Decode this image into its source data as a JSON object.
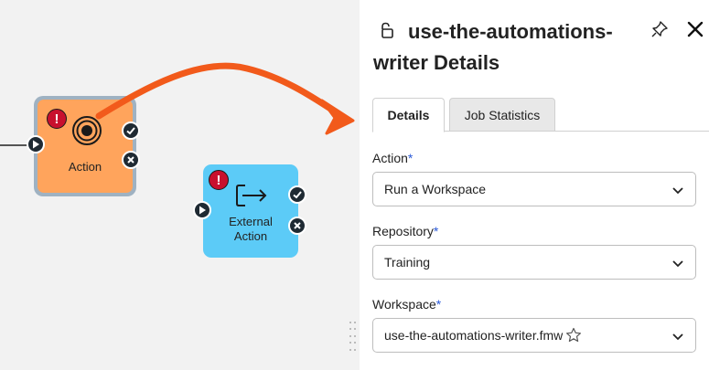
{
  "canvas": {
    "nodes": {
      "action": {
        "label": "Action"
      },
      "external_action": {
        "label_line1": "External",
        "label_line2": "Action"
      }
    },
    "error_badge": "!"
  },
  "panel": {
    "title": "use-the-automations-writer Details",
    "tabs": [
      {
        "label": "Details",
        "active": true
      },
      {
        "label": "Job Statistics",
        "active": false
      }
    ],
    "fields": {
      "action": {
        "label": "Action",
        "required_mark": "*",
        "value": "Run a Workspace"
      },
      "repository": {
        "label": "Repository",
        "required_mark": "*",
        "value": "Training"
      },
      "workspace": {
        "label": "Workspace",
        "required_mark": "*",
        "value": "use-the-automations-writer.fmw"
      }
    }
  },
  "colors": {
    "action_node": "#ffa45c",
    "external_node": "#5ccbf7",
    "arrow": "#f25a1b",
    "error": "#c8102e",
    "required": "#2b5ad8"
  }
}
